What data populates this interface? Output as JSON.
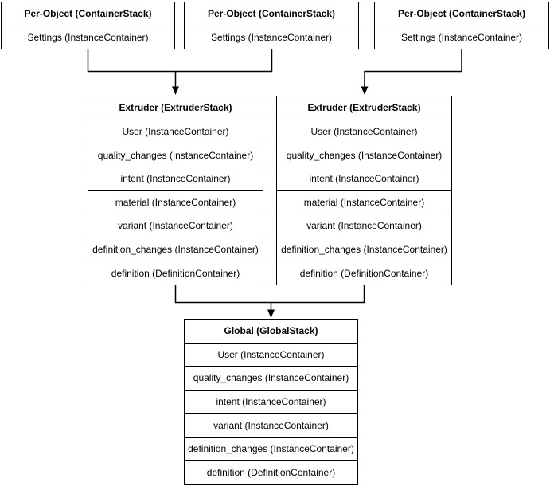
{
  "colors": {
    "line": "#000000",
    "background": "#ffffff",
    "box_fill": "#ffffff",
    "text": "#000000"
  },
  "diagram": {
    "per_object_stacks": [
      {
        "title": "Per-Object (ContainerStack)",
        "rows": [
          "Settings (InstanceContainer)"
        ]
      },
      {
        "title": "Per-Object (ContainerStack)",
        "rows": [
          "Settings (InstanceContainer)"
        ]
      },
      {
        "title": "Per-Object (ContainerStack)",
        "rows": [
          "Settings (InstanceContainer)"
        ]
      }
    ],
    "extruder_stacks": [
      {
        "title": "Extruder (ExtruderStack)",
        "rows": [
          "User (InstanceContainer)",
          "quality_changes (InstanceContainer)",
          "intent (InstanceContainer)",
          "material (InstanceContainer)",
          "variant (InstanceContainer)",
          "definition_changes (InstanceContainer)",
          "definition (DefinitionContainer)"
        ]
      },
      {
        "title": "Extruder (ExtruderStack)",
        "rows": [
          "User (InstanceContainer)",
          "quality_changes (InstanceContainer)",
          "intent (InstanceContainer)",
          "material (InstanceContainer)",
          "variant (InstanceContainer)",
          "definition_changes (InstanceContainer)",
          "definition (DefinitionContainer)"
        ]
      }
    ],
    "global_stack": {
      "title": "Global (GlobalStack)",
      "rows": [
        "User (InstanceContainer)",
        "quality_changes (InstanceContainer)",
        "intent (InstanceContainer)",
        "variant (InstanceContainer)",
        "definition_changes (InstanceContainer)",
        "definition (DefinitionContainer)"
      ]
    }
  }
}
